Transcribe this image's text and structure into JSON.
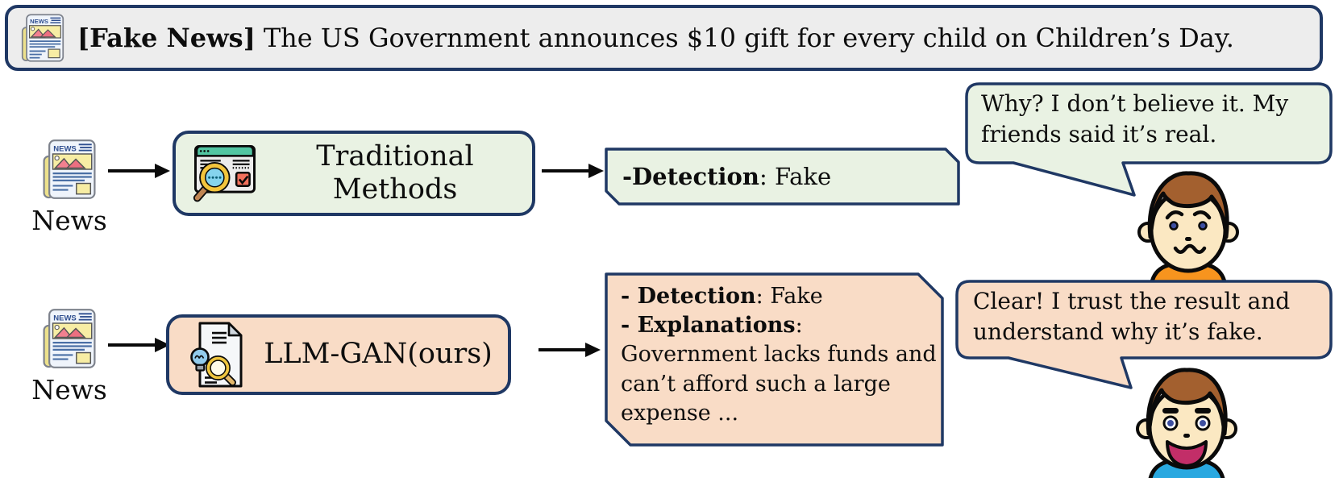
{
  "banner": {
    "icon": "newspaper-icon",
    "tag": "[Fake News]",
    "text": "The US Government announces $10 gift for every child on Children’s Day."
  },
  "icons": {
    "news_masthead": "NEWS"
  },
  "rows": [
    {
      "input_label": "News",
      "method_label": "Traditional Methods",
      "method_icon": "web-check-search-icon",
      "detection_label": "-Detection",
      "detection_value": ": Fake",
      "bubble_text": "Why? I don’t believe it. My friends said it’s real.",
      "persona_icon": "confused-boy-avatar"
    },
    {
      "input_label": "News",
      "method_label": "LLM-GAN(ours)",
      "method_icon": "document-idea-search-icon",
      "detection_label": "- Detection",
      "detection_value": ": Fake",
      "explanation_label": "- Explanations",
      "explanation_value": ": Government lacks funds and can’t afford such a large expense ...",
      "bubble_text": "Clear! I trust the result and understand why it’s fake.",
      "persona_icon": "happy-boy-avatar"
    }
  ],
  "colors": {
    "border_navy": "#1F3864",
    "row1_fill": "#E9F2E3",
    "row2_fill": "#F9DCC6",
    "banner_fill": "#EDEDED",
    "arrow_black": "#0a0a0a"
  }
}
